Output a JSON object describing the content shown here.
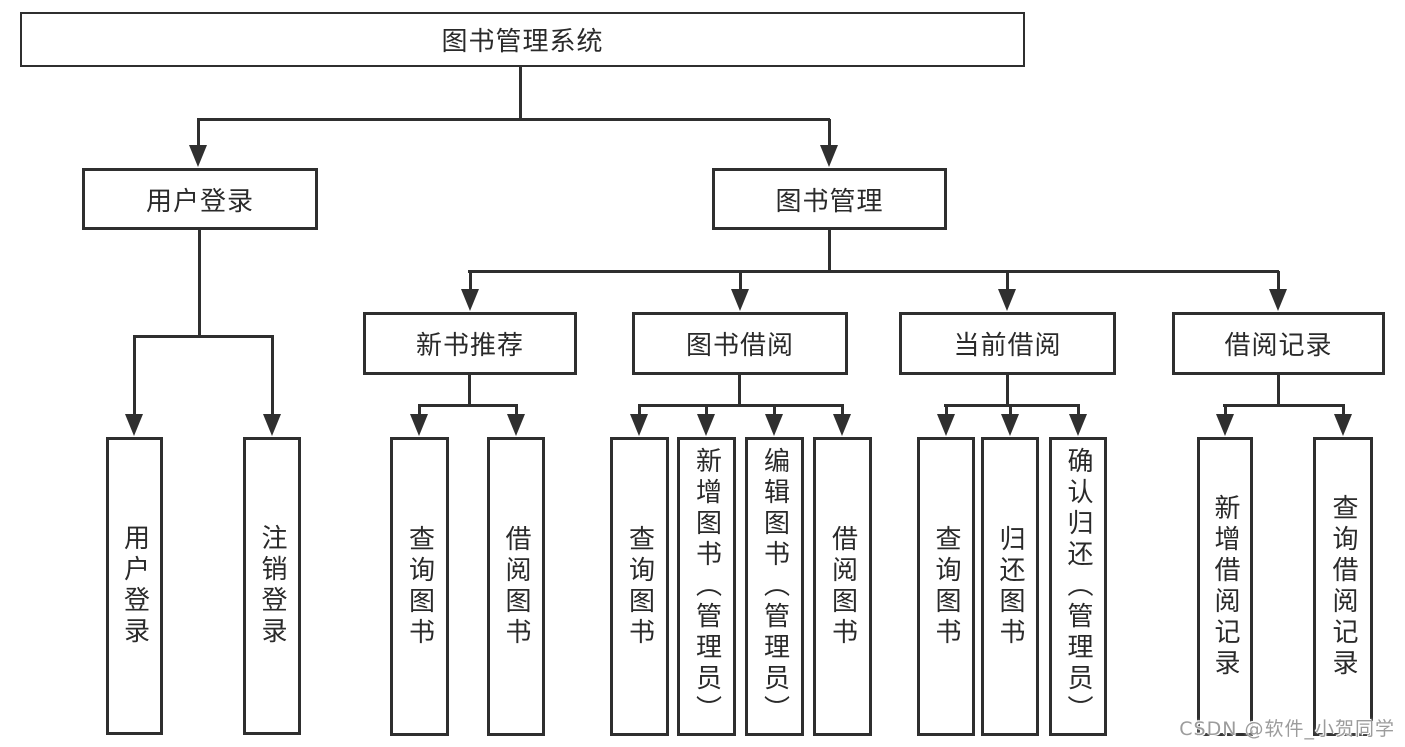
{
  "diagram": {
    "root": {
      "label": "图书管理系统"
    },
    "branches": [
      {
        "label": "用户登录",
        "children": [
          {
            "label": "用户登录"
          },
          {
            "label": "注销登录"
          }
        ]
      },
      {
        "label": "图书管理",
        "children": [
          {
            "label": "新书推荐",
            "children": [
              {
                "label": "查询图书"
              },
              {
                "label": "借阅图书"
              }
            ]
          },
          {
            "label": "图书借阅",
            "children": [
              {
                "label": "查询图书"
              },
              {
                "label": "新增图书（管理员）"
              },
              {
                "label": "编辑图书（管理员）"
              },
              {
                "label": "借阅图书"
              }
            ]
          },
          {
            "label": "当前借阅",
            "children": [
              {
                "label": "查询图书"
              },
              {
                "label": "归还图书"
              },
              {
                "label": "确认归还（管理员）"
              }
            ]
          },
          {
            "label": "借阅记录",
            "children": [
              {
                "label": "新增借阅记录"
              },
              {
                "label": "查询借阅记录"
              }
            ]
          }
        ]
      }
    ]
  },
  "watermark": {
    "text": "CSDN @软件_小贺同学"
  },
  "colors": {
    "background": "#ffffff",
    "box_border": "#2f2f2f",
    "line": "#2f2f2f",
    "text": "#2a2a2a",
    "watermark": "#9c9c9c"
  }
}
